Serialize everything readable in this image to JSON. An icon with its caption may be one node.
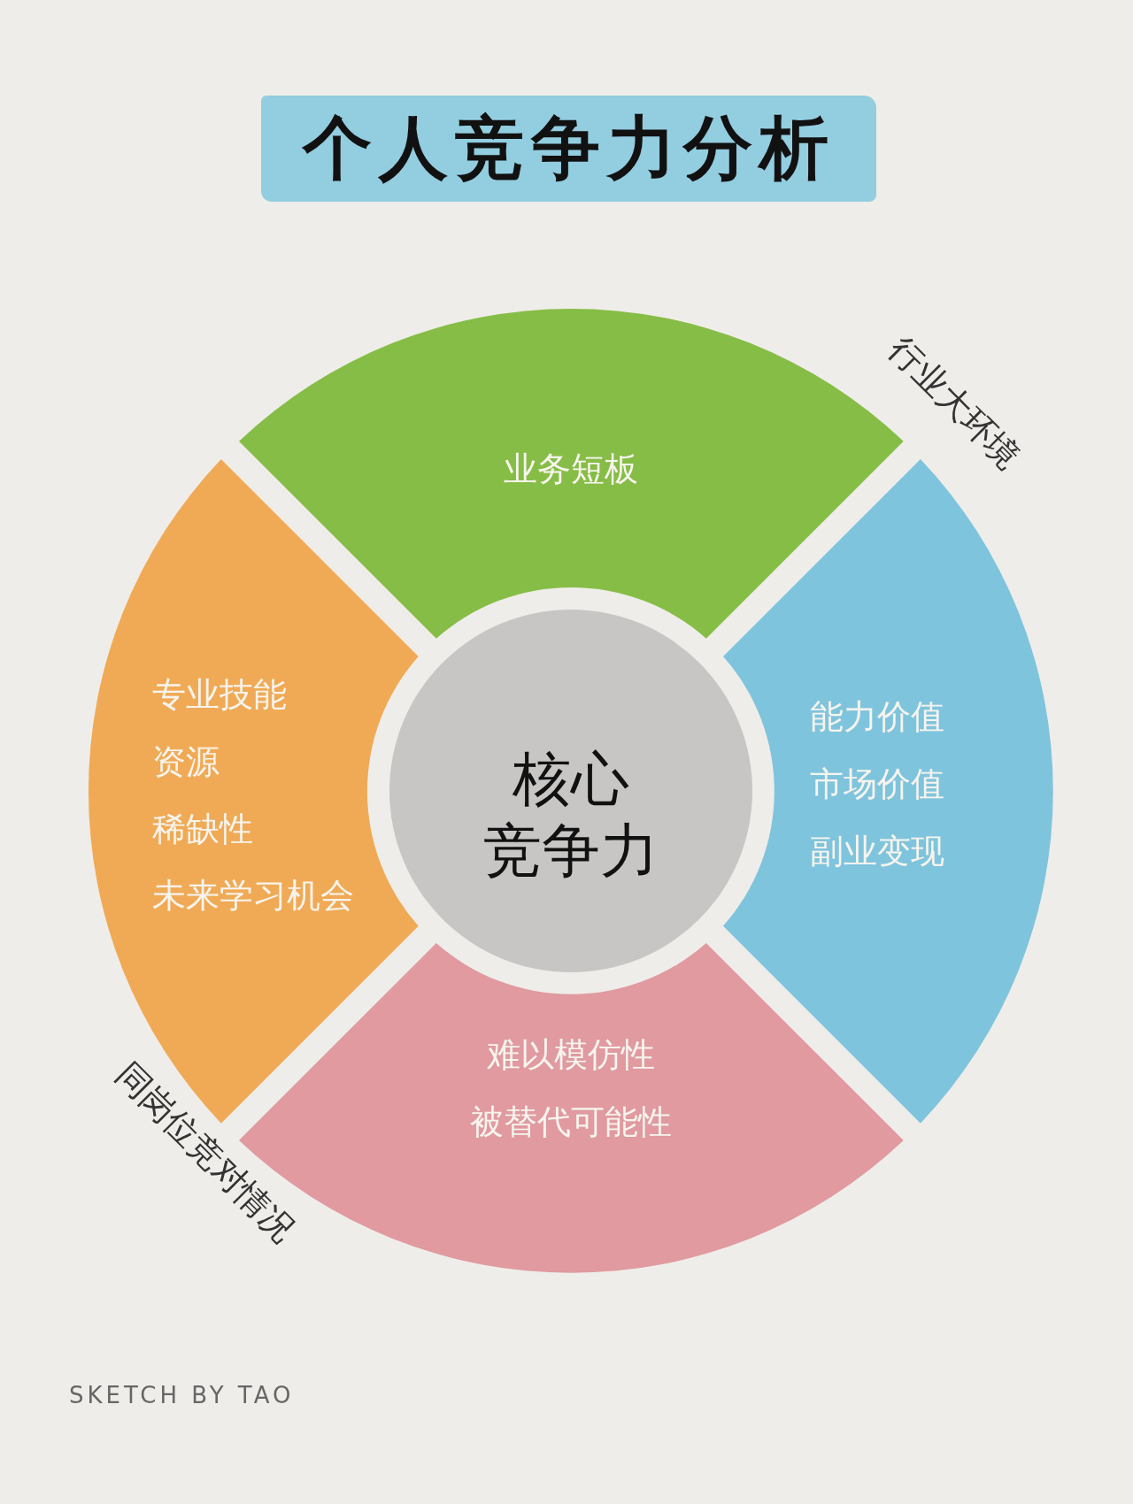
{
  "diagram": {
    "title": "个人竞争力分析",
    "nodes": [
      {
        "text": [
          "业务短板"
        ]
      },
      {
        "text": [
          "专业技能",
          "资源",
          "稀缺性",
          "未来学习机会"
        ]
      },
      {
        "text": [
          "核心",
          "竞争力"
        ]
      },
      {
        "text": [
          "能力价值",
          "市场价值",
          "副业变现"
        ]
      },
      {
        "text": [
          "难以模仿性",
          "被替代可能性"
        ]
      }
    ],
    "labels": [
      "行业大环境",
      "同岗位竞对情况",
      "SKETCH BY TAO"
    ]
  }
}
